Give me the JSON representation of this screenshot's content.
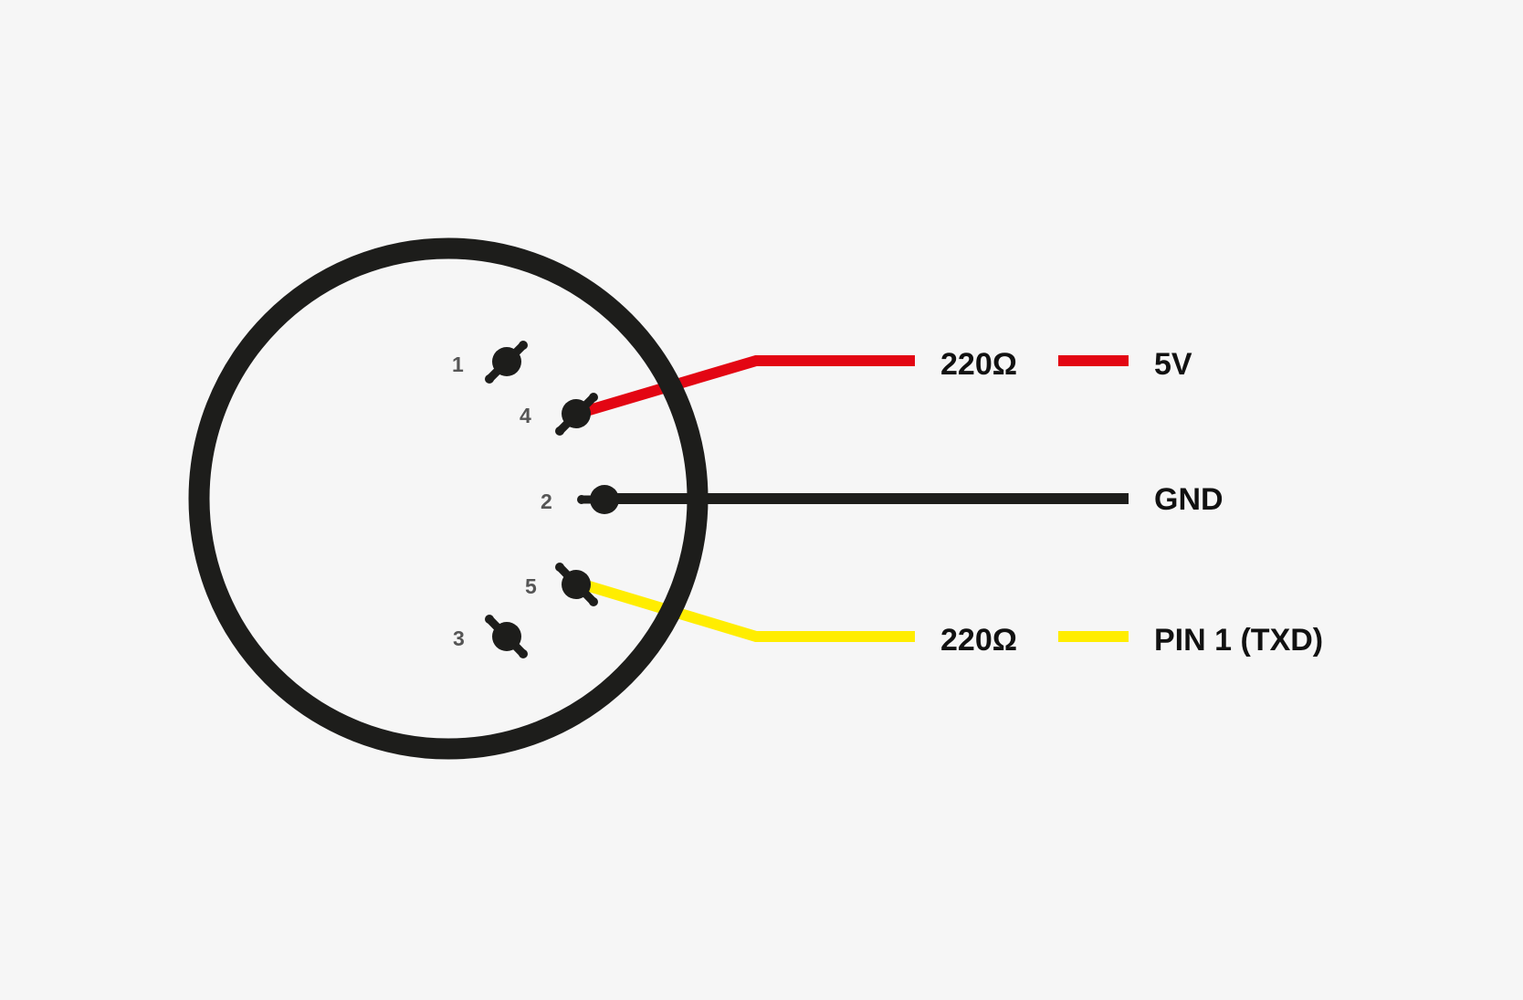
{
  "colors": {
    "background": "#f6f6f6",
    "connector_outline": "#1d1d1b",
    "wire_5v": "#e30613",
    "wire_gnd": "#1d1d1b",
    "wire_txd": "#ffed00"
  },
  "connector": {
    "type": "5-pin DIN (MIDI) connector",
    "pins": [
      {
        "number": "1",
        "connected": false
      },
      {
        "number": "4",
        "connected": true,
        "wire": "5v"
      },
      {
        "number": "2",
        "connected": true,
        "wire": "gnd"
      },
      {
        "number": "5",
        "connected": true,
        "wire": "txd"
      },
      {
        "number": "3",
        "connected": false
      }
    ]
  },
  "wires": {
    "v5": {
      "pin": "4",
      "resistor_label": "220Ω",
      "destination_label": "5V"
    },
    "gnd": {
      "pin": "2",
      "destination_label": "GND"
    },
    "txd": {
      "pin": "5",
      "resistor_label": "220Ω",
      "destination_label": "PIN 1 (TXD)"
    }
  }
}
